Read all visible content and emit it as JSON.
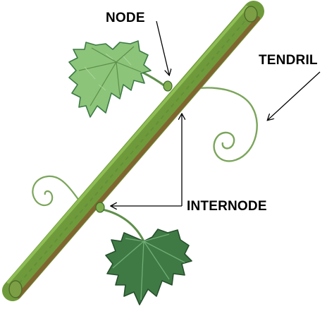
{
  "labels": {
    "node": "NODE",
    "tendril": "TENDRIL",
    "internode": "INTERNODE"
  },
  "colors": {
    "leaf_light": "#8cc47a",
    "leaf_dark": "#3d7a45",
    "stem_green": "#6f9a3c",
    "stem_brown": "#8a4a2a",
    "tendril": "#7aa55a",
    "label_text": "#000000"
  }
}
